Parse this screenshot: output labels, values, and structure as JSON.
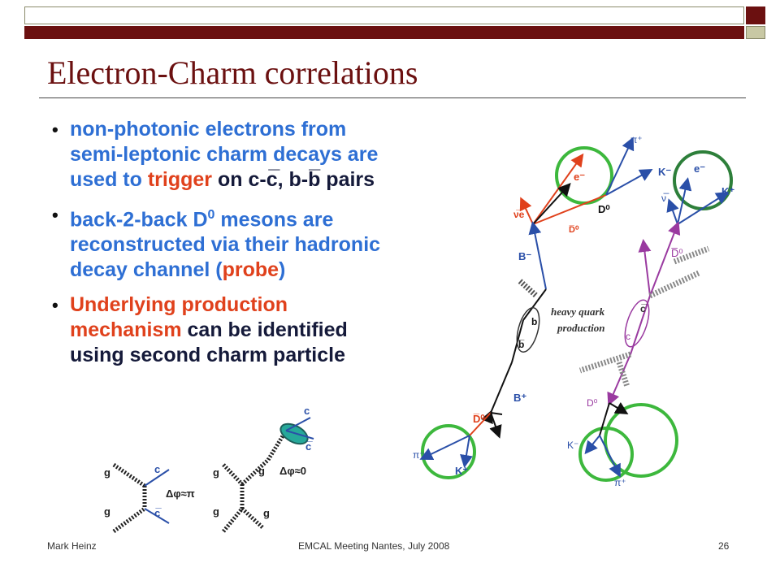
{
  "slide": {
    "title": "Electron-Charm correlations",
    "page_number": "26",
    "footer_left": "Mark Heinz",
    "footer_center": "EMCAL Meeting Nantes, July 2008"
  },
  "colors": {
    "accent": "#6b1010",
    "bullet_blue": "#2e6fd4",
    "highlight_red": "#e0411c",
    "band": "#c8c8a4"
  },
  "bullets": [
    {
      "l1": "non-photonic electrons from",
      "l2": "semi-leptonic charm decays are",
      "l3a": "used to ",
      "l3b": "trigger",
      "l3c": " on c-c̅, b-b̅  pairs"
    },
    {
      "l1a": " back-2-back D",
      "l1sup": "0",
      "l1b": " mesons are",
      "l2": "reconstructed via their hadronic",
      "l3a": "decay channel (",
      "l3b": "probe",
      "l3c": ")"
    },
    {
      "l1": "Underlying production",
      "l2a": "mechanism",
      "l2b": " can be identified",
      "l3": "using second charm particle"
    }
  ],
  "feynman": {
    "g": "g",
    "c": "c",
    "cbar": "c̅",
    "dphi_pi": "Δφ≈π",
    "dphi_0": "Δφ≈0"
  },
  "decay_diagram": {
    "heavy_quark_line1": "heavy quark",
    "heavy_quark_line2": "production",
    "labels": {
      "e_minus": "e⁻",
      "nu_bar_e": "ν̅e",
      "d0_bar_small": "D̅⁰",
      "d0": "D⁰",
      "k_minus": "K⁻",
      "pi_plus": "π⁺",
      "b_minus": "B⁻",
      "b": "b",
      "b_bar": "b̅",
      "b_plus": "B⁺",
      "d0_bar": "D̅⁰",
      "pi_minus": "π⁻",
      "k_plus": "K⁺",
      "e_minus_2": "e⁻",
      "nu_bar": "ν̅",
      "k_plus_2": "K⁺",
      "d0_bar_2": "D̅⁰",
      "c_bar": "c̅",
      "c": "c",
      "d0_2": "D⁰",
      "k_minus_2": "K⁻",
      "pi_plus_2": "π⁺"
    }
  }
}
